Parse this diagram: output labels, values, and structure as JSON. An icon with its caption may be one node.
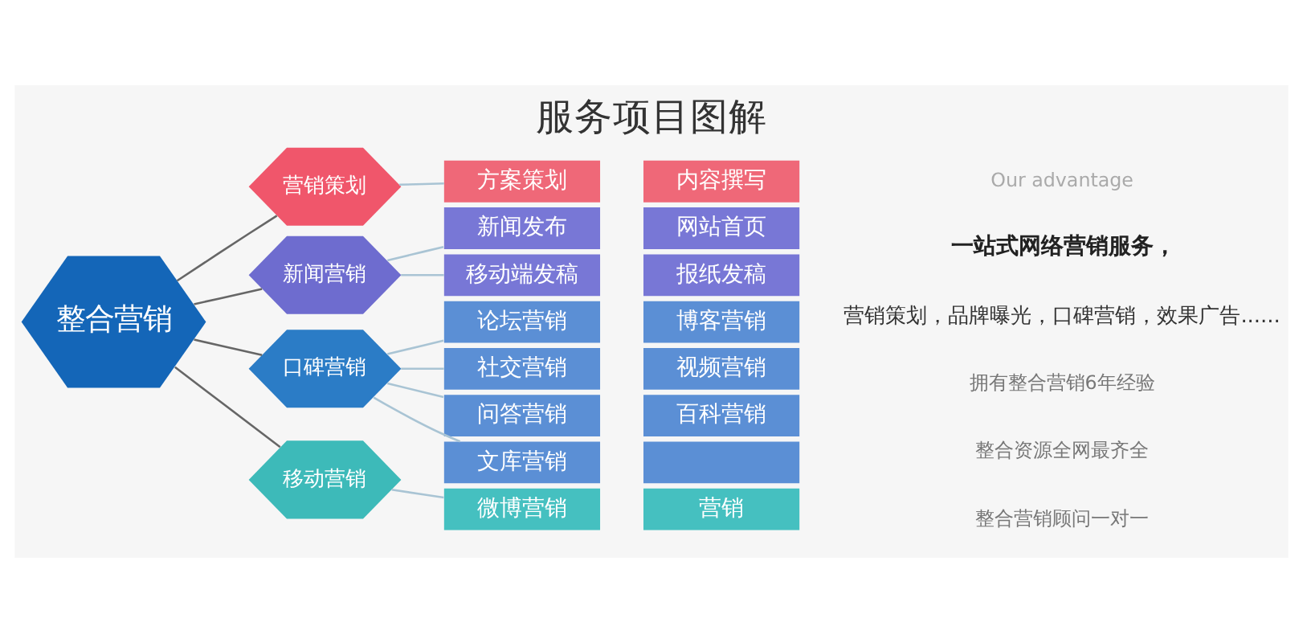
{
  "diagram": {
    "title": "服务项目图解",
    "nodes": [
      {
        "text": [
          "整合营销"
        ]
      },
      {
        "text": [
          "营销策划"
        ]
      },
      {
        "text": [
          "方案策划"
        ]
      },
      {
        "text": [
          "内容撰写"
        ]
      },
      {
        "text": [
          "新闻营销"
        ]
      },
      {
        "text": [
          "新闻发布"
        ]
      },
      {
        "text": [
          "网站首页"
        ]
      },
      {
        "text": [
          "移动端发稿"
        ]
      },
      {
        "text": [
          "报纸发稿"
        ]
      },
      {
        "text": [
          "口碑营销"
        ]
      },
      {
        "text": [
          "论坛营销"
        ]
      },
      {
        "text": [
          "博客营销"
        ]
      },
      {
        "text": [
          "社交营销"
        ]
      },
      {
        "text": [
          "视频营销"
        ]
      },
      {
        "text": [
          "问答营销"
        ]
      },
      {
        "text": [
          "百科营销"
        ]
      },
      {
        "text": [
          "文库营销"
        ]
      },
      {
        "text": [],
        "shape": "box"
      },
      {
        "text": [
          "移动营销"
        ]
      },
      {
        "text": [
          "微博营销"
        ]
      },
      {
        "text": [
          "营销"
        ]
      }
    ],
    "edges": [
      {
        "from": 0,
        "to": 1,
        "arrow": "none",
        "color": "#666666"
      },
      {
        "from": 0,
        "to": 4,
        "arrow": "none",
        "color": "#666666"
      },
      {
        "from": 0,
        "to": 9,
        "arrow": "none",
        "color": "#666666"
      },
      {
        "from": 0,
        "to": 18,
        "arrow": "none",
        "color": "#666666"
      },
      {
        "from": 1,
        "to": 2,
        "arrow": "none"
      },
      {
        "from": 4,
        "to": 5,
        "arrow": "none"
      },
      {
        "from": 4,
        "to": 7,
        "arrow": "none"
      },
      {
        "from": 9,
        "to": 10,
        "arrow": "none"
      },
      {
        "from": 9,
        "to": 12,
        "arrow": "none"
      },
      {
        "from": 9,
        "to": 14,
        "arrow": "none"
      },
      {
        "from": 9,
        "to": 16,
        "arrow": "none"
      },
      {
        "from": 18,
        "to": 19,
        "arrow": "none"
      }
    ],
    "labels": [
      "Our advantage",
      "一站式网络营销服务，",
      "营销策划，品牌曝光，口碑营销，效果广告......",
      "拥有整合营销6年经验",
      "整合资源全网最齐全",
      "整合营销顾问一对一"
    ]
  }
}
